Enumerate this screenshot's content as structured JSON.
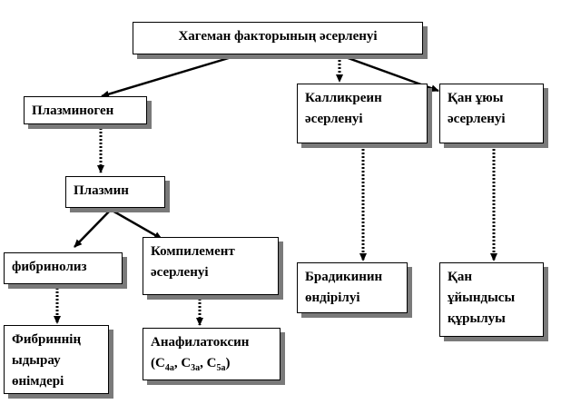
{
  "nodes": {
    "hageman": {
      "text": "Хагеман факторының әсерленуі"
    },
    "plasminogen": {
      "text": "Плазминоген"
    },
    "kallikrein": {
      "line1": "Калликреин",
      "line2": "әсерленуі"
    },
    "blood_vessel": {
      "line1": "Қан ұюы",
      "line2": "әсерленуі"
    },
    "plasmin": {
      "text": "Плазмин"
    },
    "fibrinolysis": {
      "text": "фибринолиз"
    },
    "complement": {
      "line1": "Компилемент",
      "line2": "әсерленуі"
    },
    "bradykinin": {
      "line1": "Брадикинин",
      "line2": "өндірілуі"
    },
    "clot": {
      "line1": "Қан",
      "line2": "ұйындысы",
      "line3": "құрылуы"
    },
    "fibrin_products": {
      "line1": "Фибриннің",
      "line2": "ыдырау",
      "line3": "өнімдері"
    },
    "anaphylatoxin": {
      "line1": "Анафилатоксин",
      "c_open": "(C",
      "sub1": "4a",
      "sep1": ", C",
      "sub2": "3a",
      "sep2": ", C",
      "sub3": "5a",
      "c_close": ")"
    }
  },
  "colors": {
    "border": "#000000",
    "shadow": "#7a7a7a",
    "arrow": "#000000"
  }
}
